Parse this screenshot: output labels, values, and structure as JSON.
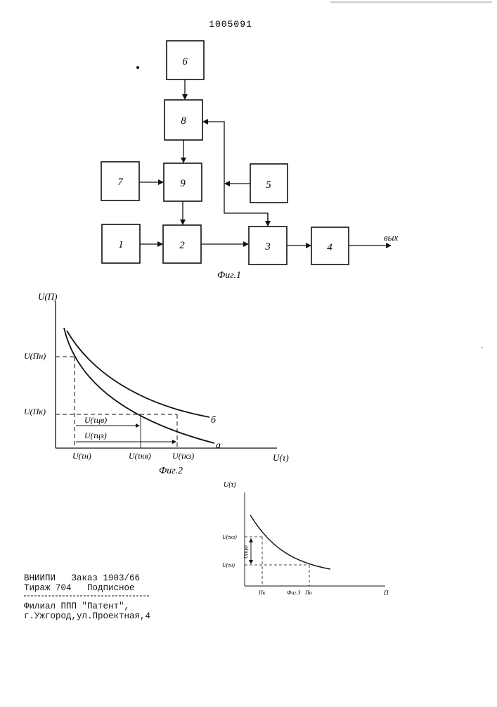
{
  "patent_number": "1005091",
  "fig1": {
    "caption": "Фиг.1",
    "blocks": {
      "b1": "1",
      "b2": "2",
      "b3": "3",
      "b4": "4",
      "b5": "5",
      "b6": "6",
      "b7": "7",
      "b8": "8",
      "b9": "9"
    },
    "output_label": "вых"
  },
  "fig2": {
    "caption": "Фиг.2",
    "y_axis_label": "U(П)",
    "x_axis_label": "U(τ)",
    "y_ticks": {
      "un": "U(Пн)",
      "uk": "U(Пк)"
    },
    "x_ticks": {
      "tn": "U(τн)",
      "tkv": "U(τкв)",
      "tkz": "U(τкз)"
    },
    "intervals": {
      "tsv": "U(τцв)",
      "tsz": "U(τцз)"
    },
    "curve_labels": {
      "a": "а",
      "b": "б"
    }
  },
  "fig3": {
    "caption": "Фиг.3",
    "y_axis_label": "U(τ)",
    "x_axis_label": "П",
    "y_ticks": {
      "top": "U(τкз)",
      "bottom": "U(τн)"
    },
    "interval_label": "U(τцв)",
    "x_ticks": {
      "pk": "Пк",
      "pn": "Пн"
    }
  },
  "imprint": {
    "line1": "ВНИИПИ   Заказ 1903/66",
    "line2": "Тираж 704   Подписное",
    "line3": "Филиал ППП \"Патент\",",
    "line4": "г.Ужгород,ул.Проектная,4"
  }
}
